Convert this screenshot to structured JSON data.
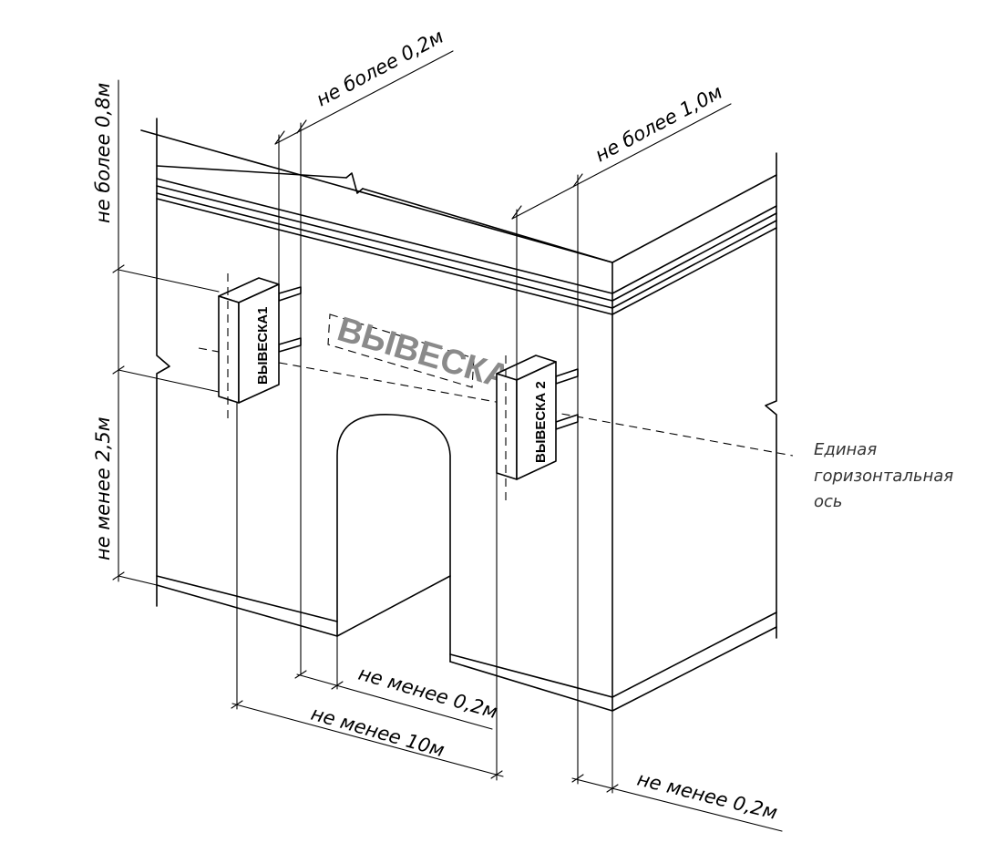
{
  "diagram": {
    "dimensions": {
      "max_offset_top": "не более 0,2м",
      "max_offset_right": "не более 1,0м",
      "max_height": "не более 0,8м",
      "min_height": "не менее 2,5м",
      "min_gap_arch": "не менее 0,2м",
      "min_distance": "не менее 10м",
      "min_gap_corner": "не менее 0,2м"
    },
    "signs": {
      "sign1": "ВЫВЕСКА1",
      "sign_wall": "ВЫВЕСКА",
      "sign2": "ВЫВЕСКА 2"
    },
    "axis_note": [
      "Единая",
      "горизонтальная",
      "ось"
    ]
  }
}
